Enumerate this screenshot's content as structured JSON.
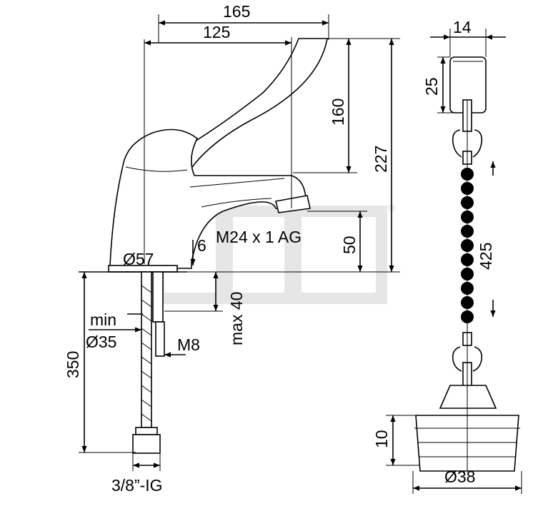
{
  "dimensions": {
    "width_165": "165",
    "width_125": "125",
    "height_160": "160",
    "height_227": "227",
    "height_50": "50",
    "thread": "M24 x 1 AG",
    "dia_57": "Ø57",
    "thickness_6": "6",
    "max_40": "max 40",
    "min_label": "min",
    "dia_35": "Ø35",
    "bolt_m8": "M8",
    "length_350": "350",
    "connector": "3/8”-IG",
    "width_14": "14",
    "height_25": "25",
    "chain_425": "425",
    "height_10": "10",
    "dia_38": "Ø38"
  },
  "watermark": "®",
  "colors": {
    "line": "#000000",
    "watermark": "#e6e6e6",
    "background": "#ffffff"
  }
}
